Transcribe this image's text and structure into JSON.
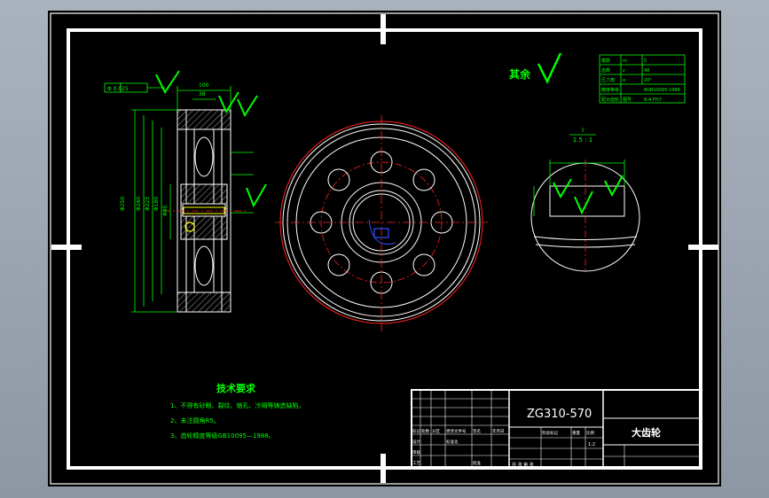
{
  "material_note": "其余",
  "drawing_number": "ZG310-570",
  "part_name": "大齿轮",
  "detail_view": {
    "label": "I",
    "scale": "1.5 : 1"
  },
  "technical_requirements": {
    "title": "技术要求",
    "items": [
      "1、不得有砂眼、裂纹、缩孔、冷隔等铸造缺陷。",
      "2、未注圆角R5。",
      "3、齿轮精度等级GB10095—1988。"
    ]
  },
  "gear_parameters": [
    [
      "模数",
      "m",
      "5"
    ],
    [
      "齿数",
      "z",
      "48"
    ],
    [
      "压力角",
      "α",
      "20°"
    ],
    [
      "精度等级",
      "",
      "8GB10095-1988"
    ],
    [
      "配对齿轮",
      "图号",
      "8-4-FH7"
    ]
  ],
  "title_block": {
    "scale": "1:2",
    "sheet": "共 张 第 张",
    "labels": [
      "标记",
      "处数",
      "分区",
      "更改文件号",
      "签名",
      "年月日",
      "设计",
      "标准化",
      "审核",
      "工艺",
      "批准",
      "阶段标记",
      "重量",
      "比例"
    ]
  },
  "colors": {
    "background": "#000000",
    "outline": "#ffffff",
    "dimension": "#00ff00",
    "centerline": "#ff2020",
    "marker": "#3050ff"
  }
}
